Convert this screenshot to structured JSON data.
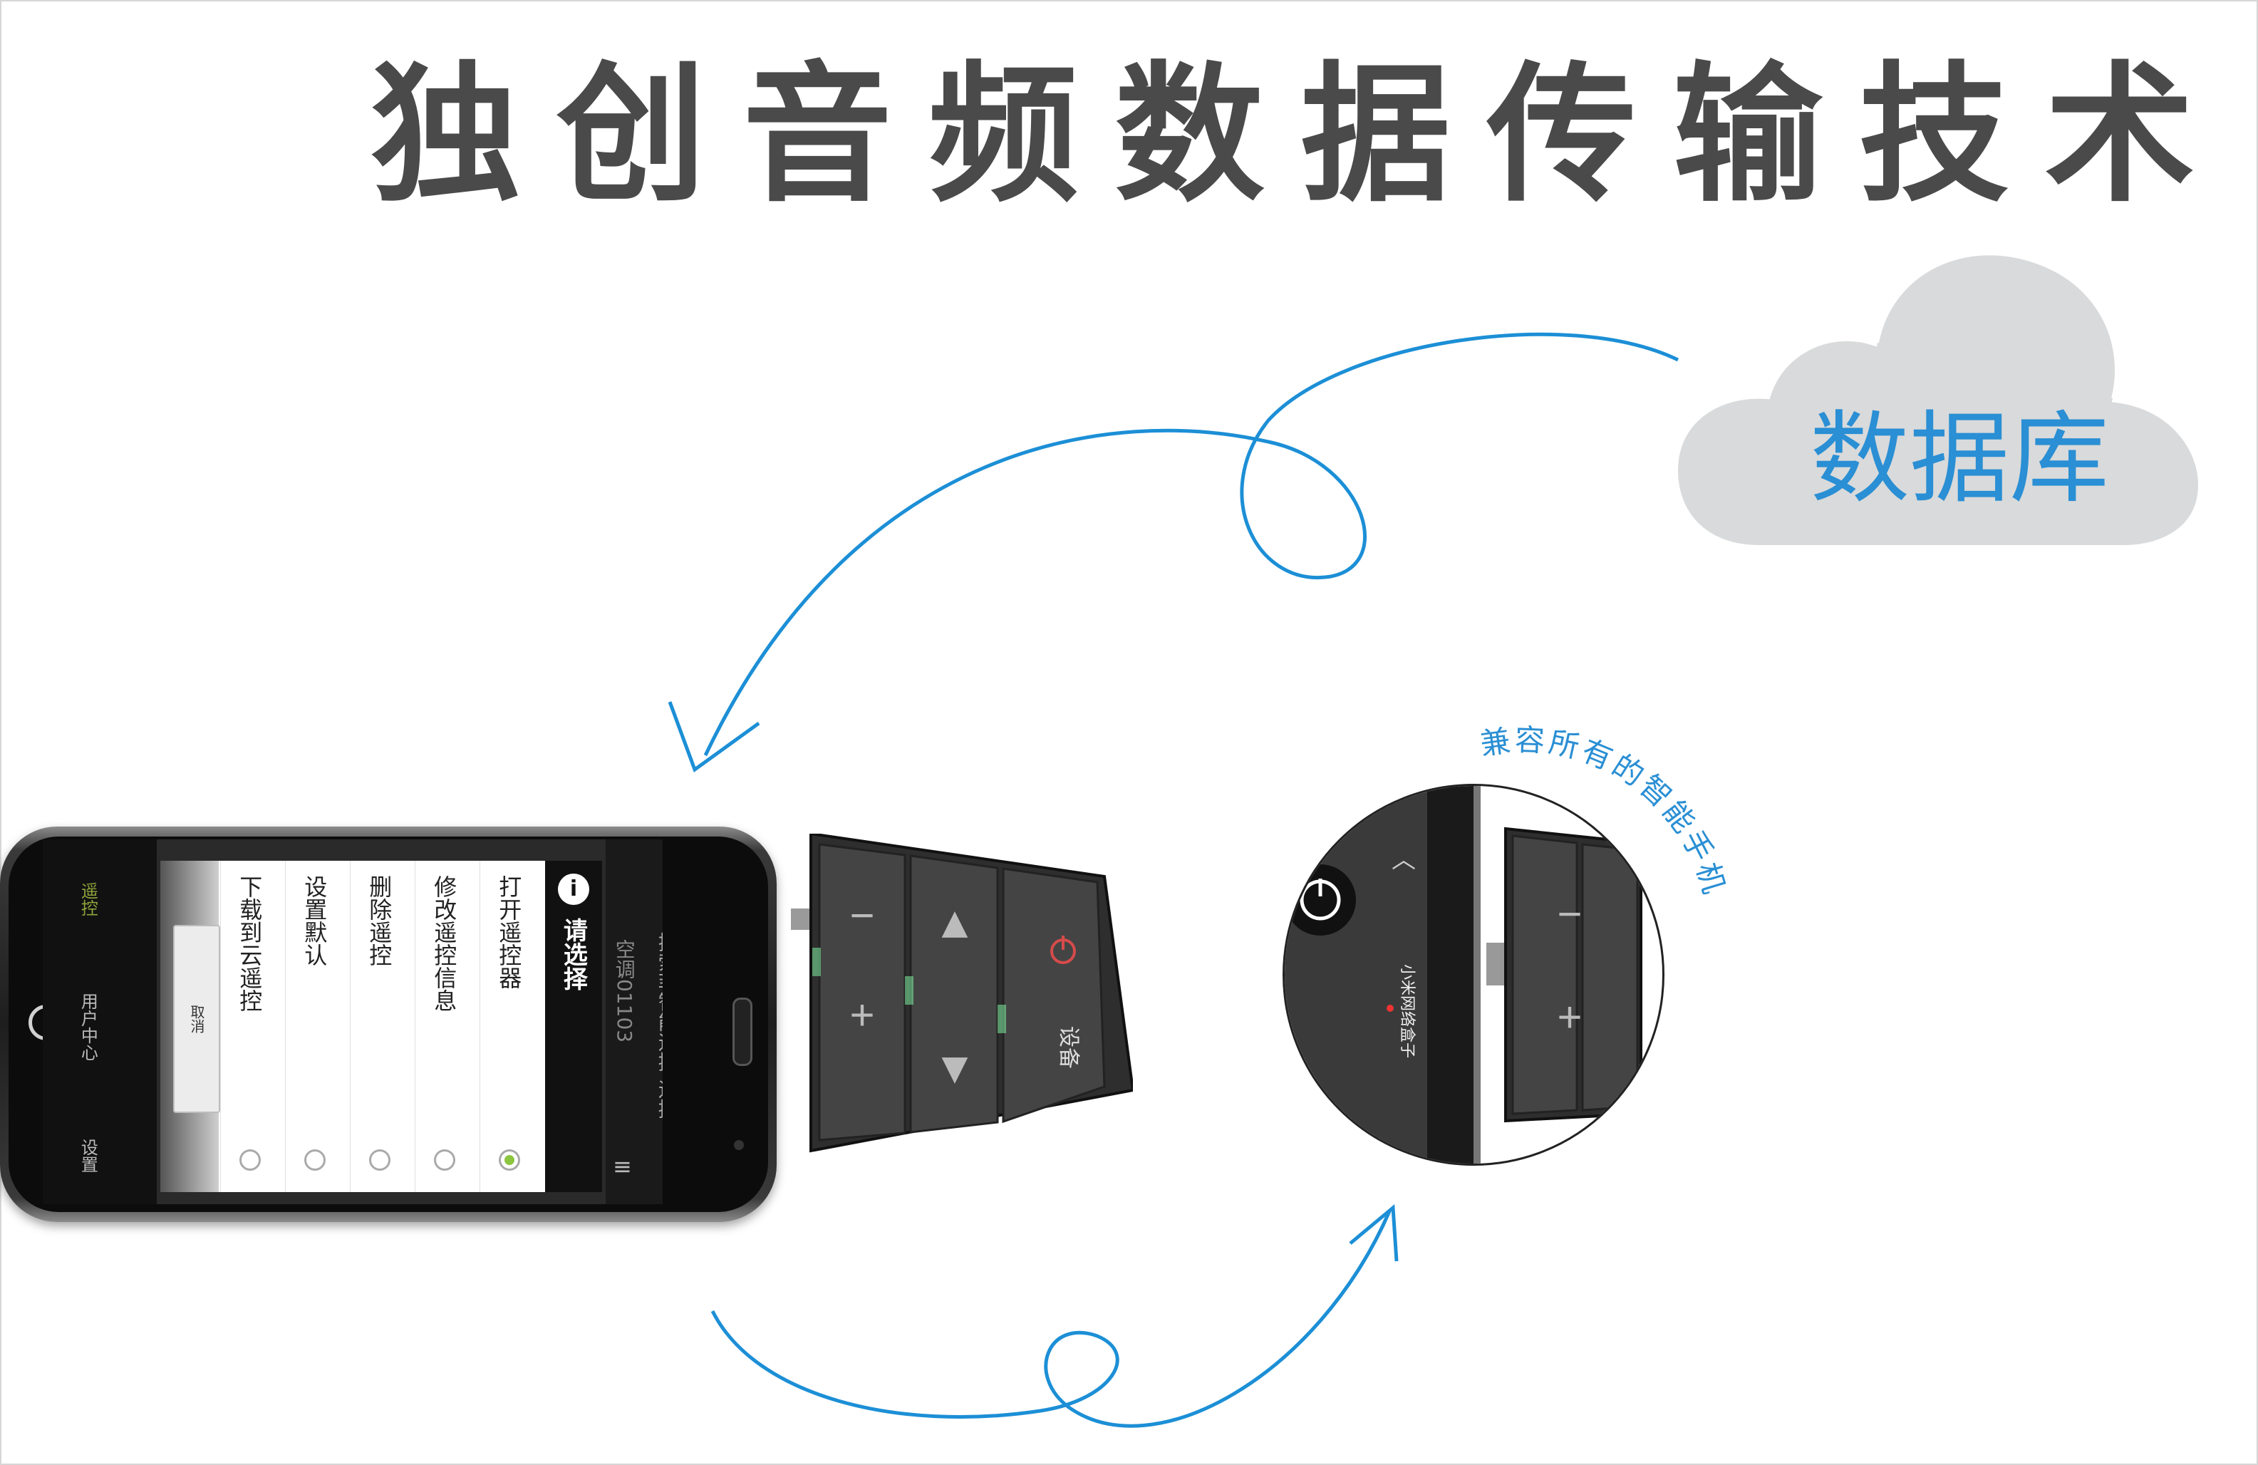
{
  "headline": {
    "chars": [
      "独",
      "创",
      "音",
      "频",
      "数",
      "据",
      "传",
      "输",
      "技",
      "术"
    ]
  },
  "cloud": {
    "label": "数据库"
  },
  "compat_caption": "兼容所有的智能手机",
  "phone": {
    "nav": {
      "item_remote": "遥控",
      "item_user_center": "用户中心",
      "item_settings": "设置"
    },
    "header": {
      "app_title": "探索菲智能遥控-遥控",
      "device_name": "空调01103"
    },
    "dialog": {
      "title": "请选择",
      "options": [
        "打开遥控器",
        "修改遥控信息",
        "删除遥控",
        "设置默认",
        "下载到云遥控"
      ],
      "selected_index": 0,
      "cancel_label": "取消"
    }
  },
  "remote": {
    "minus": "−",
    "plus": "+",
    "up": "▲",
    "down": "▼",
    "device_label": "设备"
  },
  "zoom": {
    "box_label": "小米网络盒子",
    "minus": "−",
    "plus": "+"
  },
  "colors": {
    "arrow_blue": "#1c8fd6",
    "cloud_gray": "#d9dadb",
    "title_gray": "#4a4a4a",
    "accent_green": "#8cc63f"
  }
}
